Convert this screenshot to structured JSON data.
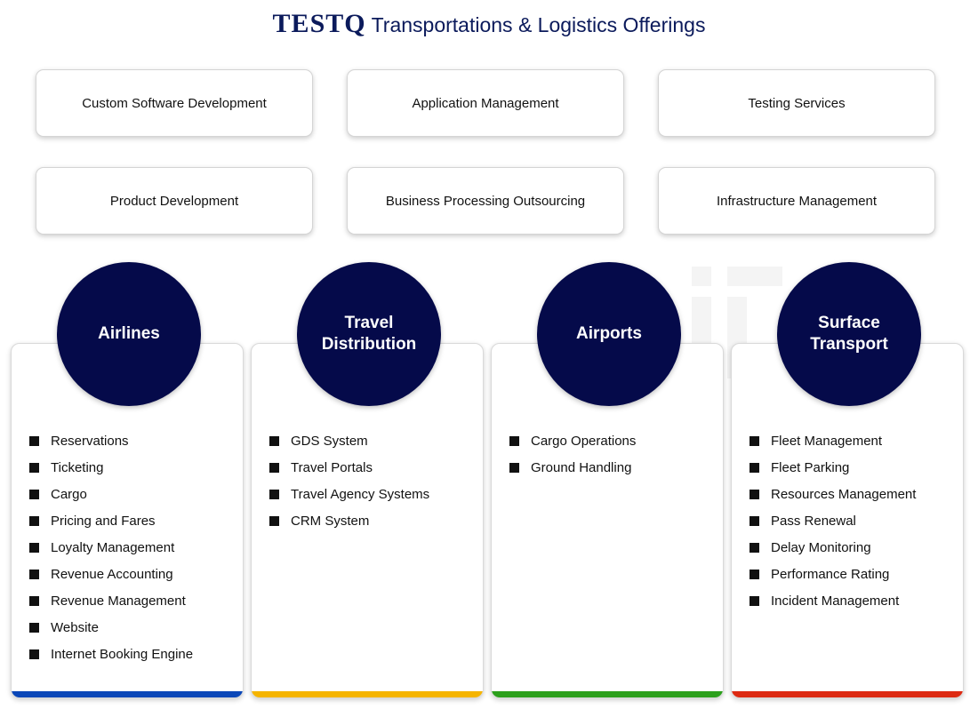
{
  "title": {
    "brand": "TESTQ",
    "text": "Transportations & Logistics Offerings",
    "color": "#0b1a5b"
  },
  "offerings": [
    "Custom Software Development",
    "Application Management",
    "Testing Services",
    "Product Development",
    "Business Processing Outsourcing",
    "Infrastructure Management"
  ],
  "segments": [
    {
      "name_lines": [
        "Airlines"
      ],
      "accent": "#0a47b8",
      "items": [
        "Reservations",
        "Ticketing",
        "Cargo",
        "Pricing and Fares",
        "Loyalty Management",
        "Revenue Accounting",
        "Revenue Management",
        "Website",
        "Internet Booking Engine"
      ]
    },
    {
      "name_lines": [
        "Travel",
        "Distribution"
      ],
      "accent": "#f5b400",
      "items": [
        "GDS System",
        "Travel Portals",
        "Travel Agency Systems",
        "CRM System"
      ]
    },
    {
      "name_lines": [
        "Airports"
      ],
      "accent": "#2ca01c",
      "items": [
        "Cargo Operations",
        "Ground Handling"
      ]
    },
    {
      "name_lines": [
        "Surface",
        "Transport"
      ],
      "accent": "#dd2a12",
      "items": [
        "Fleet Management",
        "Fleet Parking",
        "Resources Management",
        "Pass Renewal",
        "Delay Monitoring",
        "Performance Rating",
        "Incident Management"
      ]
    }
  ],
  "circle_color": "#050a4a"
}
